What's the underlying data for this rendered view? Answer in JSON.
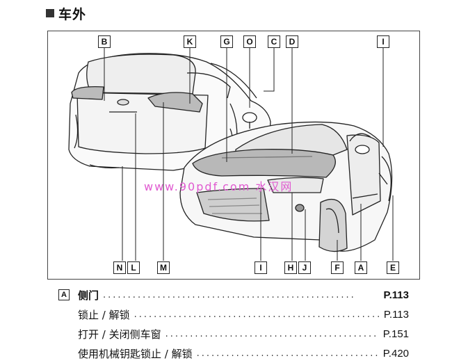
{
  "section": {
    "title": "车外"
  },
  "callouts": {
    "B": "B",
    "K": "K",
    "G": "G",
    "O": "O",
    "C": "C",
    "D": "D",
    "I_top": "I",
    "N": "N",
    "L": "L",
    "M": "M",
    "I_bottom": "I",
    "H": "H",
    "J": "J",
    "F": "F",
    "A": "A",
    "E": "E"
  },
  "watermark": "www.90pdf.com 水汉网",
  "toc": [
    {
      "badge": "A",
      "label": "侧门",
      "dots": "...................................................",
      "page": "P.113",
      "bold": true
    },
    {
      "badge": "",
      "label": "锁止 / 解锁",
      "dots": "...................................................",
      "page": "P.113",
      "bold": false
    },
    {
      "badge": "",
      "label": "打开 / 关闭侧车窗",
      "dots": "...................................................",
      "page": "P.151",
      "bold": false
    },
    {
      "badge": "",
      "label": "使用机械钥匙锁止 / 解锁",
      "dots": "...................................................",
      "page": "P.420",
      "bold": false
    }
  ]
}
